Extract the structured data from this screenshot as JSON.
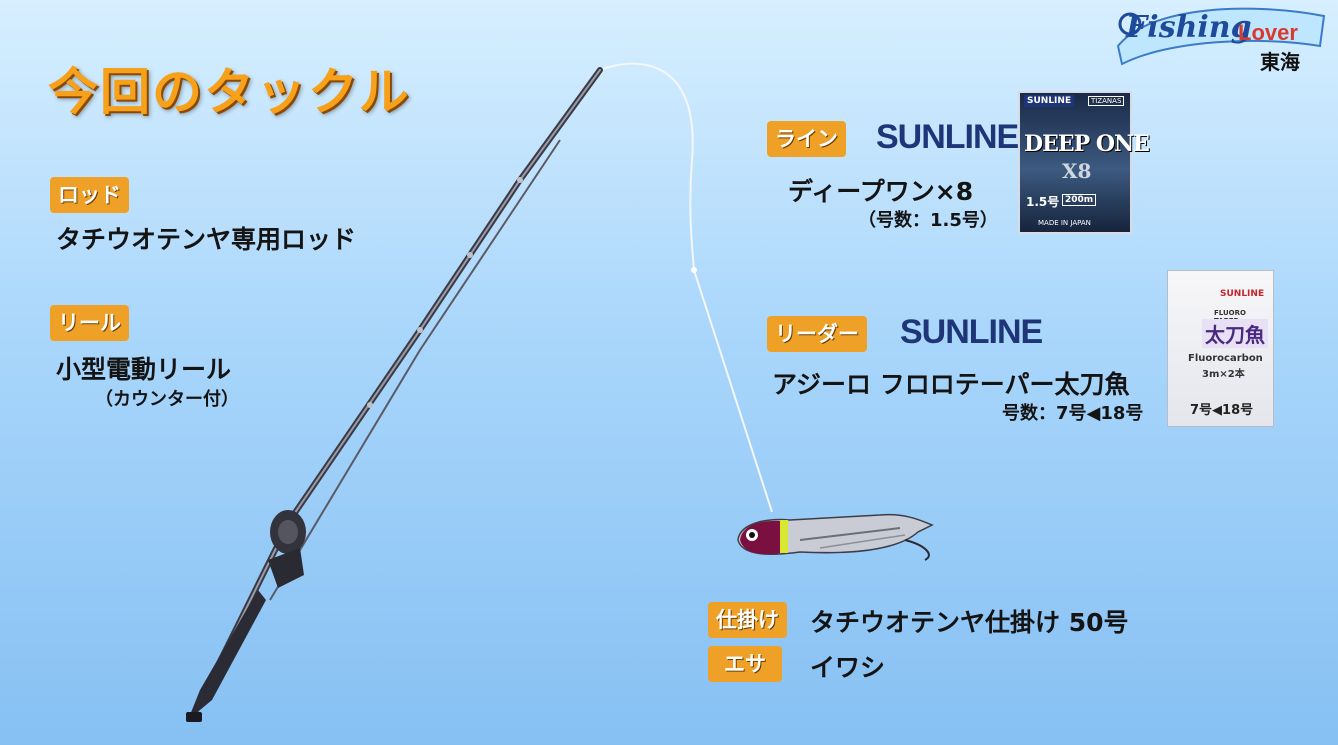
{
  "title": "今回のタックル",
  "logo": {
    "text_main": "Fishing",
    "text_accent": "Lover",
    "text_region": "東海"
  },
  "rod": {
    "tag": "ロッド",
    "text": "タチウオテンヤ専用ロッド"
  },
  "reel": {
    "tag": "リール",
    "text": "小型電動リール",
    "sub": "（カウンター付）"
  },
  "line": {
    "tag": "ライン",
    "brand": "SUNLINE",
    "product": "ディープワン×8",
    "spec": "（号数：1.5号）",
    "package": {
      "maker": "SUNLINE",
      "series": "TIZANAS",
      "name": "DEEP ONE",
      "variant": "X8",
      "size": "1.5号",
      "length": "200m",
      "origin": "MADE IN JAPAN"
    }
  },
  "leader": {
    "tag": "リーダー",
    "brand": "SUNLINE",
    "product": "アジーロ フロロテーパー太刀魚",
    "spec": "号数：7号◀18号",
    "package": {
      "maker": "SUNLINE",
      "name": "太刀魚",
      "kind": "FLUORO TAPER",
      "material": "Fluorocarbon",
      "length": "3m×2本",
      "size": "7号◀18号"
    }
  },
  "rig": {
    "tag": "仕掛け",
    "text": "タチウオテンヤ仕掛け 50号"
  },
  "bait": {
    "tag": "エサ",
    "text": "イワシ"
  },
  "colors": {
    "accent": "#eea126",
    "title": "#f7a01a",
    "brand": "#1e3578"
  }
}
